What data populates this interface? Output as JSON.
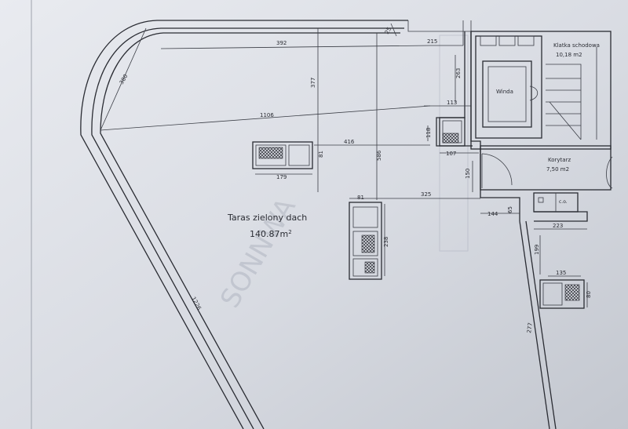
{
  "terrace": {
    "name": "Taras zielony dach",
    "area": "140.87m",
    "area_sup": "2"
  },
  "stairwell": {
    "name": "Klatka schodowa",
    "area": "10,18 m2"
  },
  "elevator": {
    "name": "Winda"
  },
  "corridor": {
    "name": "Korytarz",
    "area": "7,50 m2"
  },
  "wc": {
    "name": "c.o."
  },
  "watermark": "SONNWA",
  "dimensions": {
    "d392": "392",
    "d215": "215",
    "d25": "25",
    "d263": "263",
    "d377": "377",
    "d1106": "1106",
    "d113": "113",
    "d118": "118",
    "d416": "416",
    "d81a": "81",
    "d586": "586",
    "d179": "179",
    "d107": "107",
    "d150": "150",
    "d325": "325",
    "d81b": "81",
    "d238": "238",
    "d144": "144",
    "d65": "65",
    "d223": "223",
    "d199": "199",
    "d135": "135",
    "d80": "80",
    "d277": "277",
    "d1226": "1226",
    "d380": "380"
  }
}
